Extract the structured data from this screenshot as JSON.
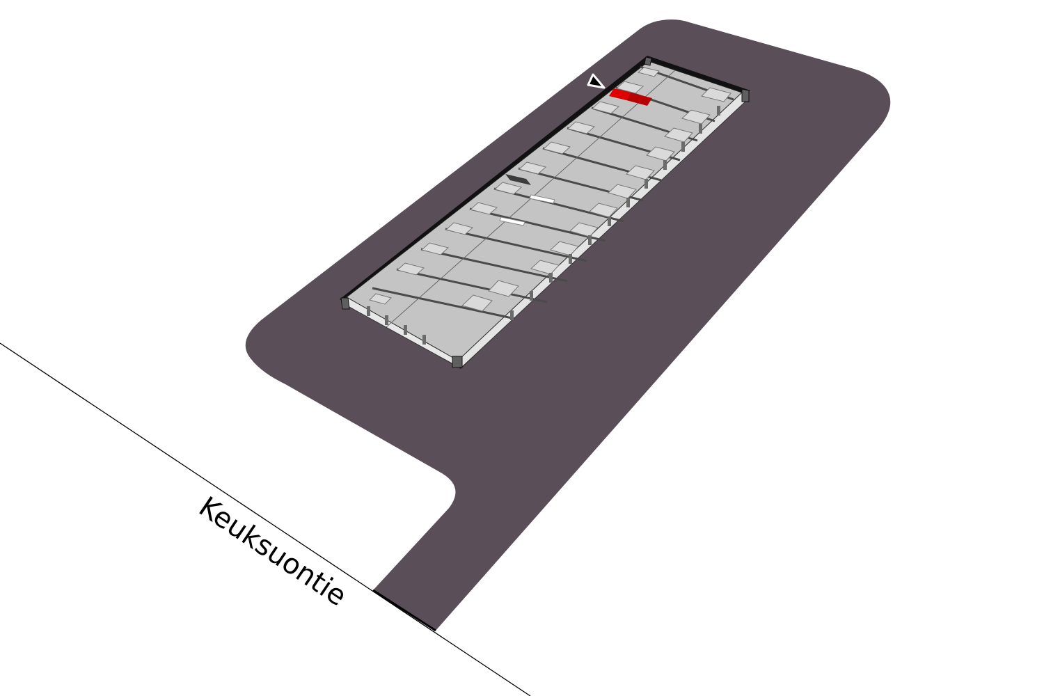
{
  "diagram": {
    "type": "isometric-site-plan",
    "street": {
      "name": "Keuksuontie",
      "label_rotation_deg": 33.5
    },
    "colors": {
      "background": "#ffffff",
      "plot": "#5a4f59",
      "roof_base": "#c4c4c4",
      "roof_panel_light": "#dadada",
      "roof_divider": "#4a4a4a",
      "wall_light": "#e6e6e6",
      "wall_pillar": "#6b6b6b",
      "outline": "#000000",
      "highlight_unit": "#c00000",
      "highlight_unit_light": "#e00000",
      "dark_panel": "#3c3c3c"
    },
    "building": {
      "kind": "row-house",
      "unit_count": 13,
      "highlighted_unit_index": 0
    },
    "entrance_marker": {
      "shape": "triangle",
      "fill": "#000000",
      "stroke": "#ffffff"
    }
  }
}
